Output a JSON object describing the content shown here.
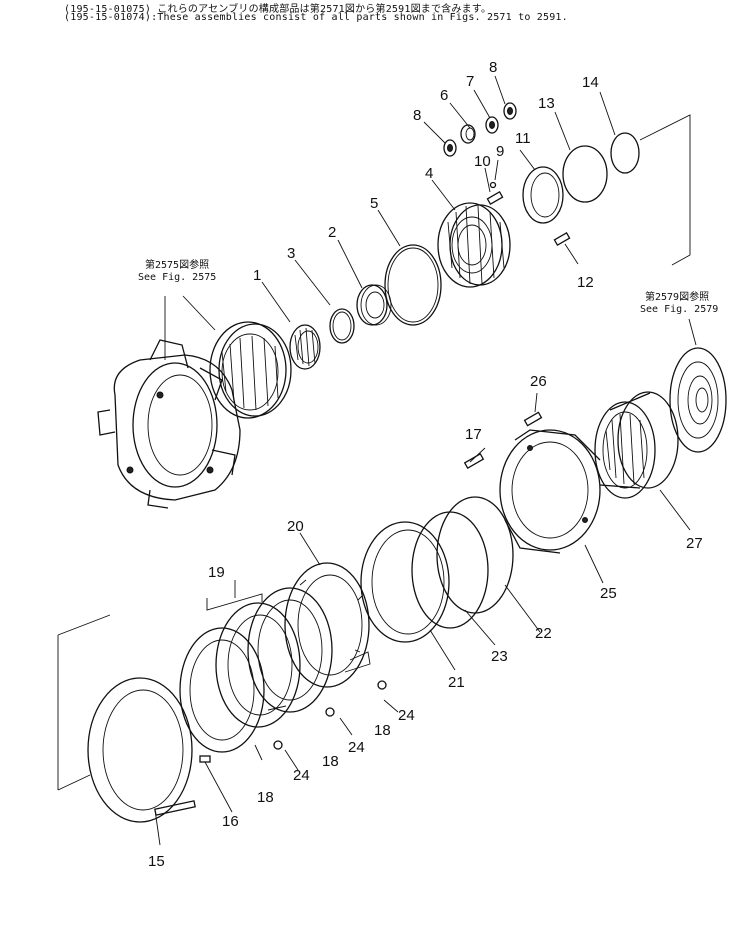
{
  "header": {
    "line1": "(195-15-01075) これらのアセンブリの構成部品は第2571図から第2591図まで含みます。",
    "line2": "(195-15-01074):These assemblies consist of all parts shown in Figs. 2571 to 2591."
  },
  "references": {
    "left_jp": "第2575図参照",
    "left_en": "See  Fig. 2575",
    "right_jp": "第2579図参照",
    "right_en": "See  Fig. 2579"
  },
  "callouts": {
    "c1": "1",
    "c2": "2",
    "c3": "3",
    "c4": "4",
    "c5": "5",
    "c6": "6",
    "c7": "7",
    "c8a": "8",
    "c8b": "8",
    "c9": "9",
    "c10": "10",
    "c11": "11",
    "c12": "12",
    "c13": "13",
    "c14": "14",
    "c15": "15",
    "c16": "16",
    "c17": "17",
    "c18a": "18",
    "c18b": "18",
    "c18c": "18",
    "c19": "19",
    "c20": "20",
    "c21": "21",
    "c22": "22",
    "c23": "23",
    "c24a": "24",
    "c24b": "24",
    "c24c": "24",
    "c25": "25",
    "c26": "26",
    "c27": "27"
  }
}
